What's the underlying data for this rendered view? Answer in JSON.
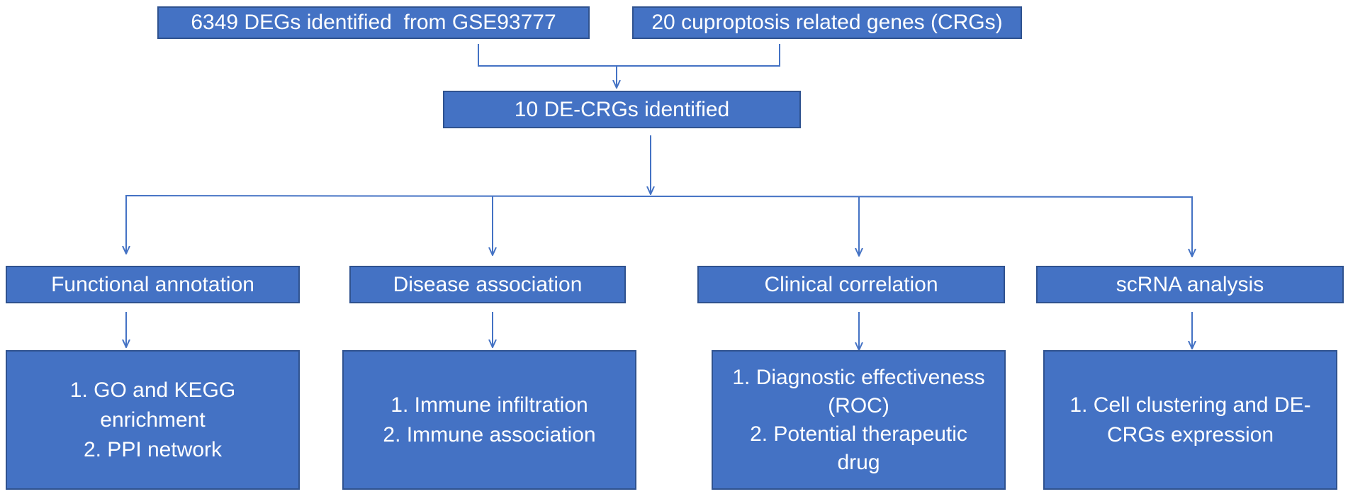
{
  "flowchart": {
    "top": {
      "degs": "6349 DEGs identified  from GSE93777",
      "crgs": "20 cuproptosis related genes (CRGs)"
    },
    "middle": {
      "decrgs": "10 DE-CRGs identified"
    },
    "branches": [
      {
        "title": "Functional annotation",
        "detail_lines": [
          "1. GO and KEGG",
          "enrichment",
          "2. PPI network"
        ]
      },
      {
        "title": "Disease association",
        "detail_lines": [
          "1. Immune infiltration",
          "2. Immune association"
        ]
      },
      {
        "title": "Clinical correlation",
        "detail_lines": [
          "1. Diagnostic effectiveness",
          "(ROC)",
          "2. Potential therapeutic",
          "drug"
        ]
      },
      {
        "title": "scRNA analysis",
        "detail_lines": [
          "1. Cell clustering and DE-",
          "CRGs expression"
        ]
      }
    ],
    "colors": {
      "box_fill": "#4472c4",
      "box_border": "#2f528f",
      "connector": "#4472c4",
      "text": "#ffffff"
    }
  }
}
